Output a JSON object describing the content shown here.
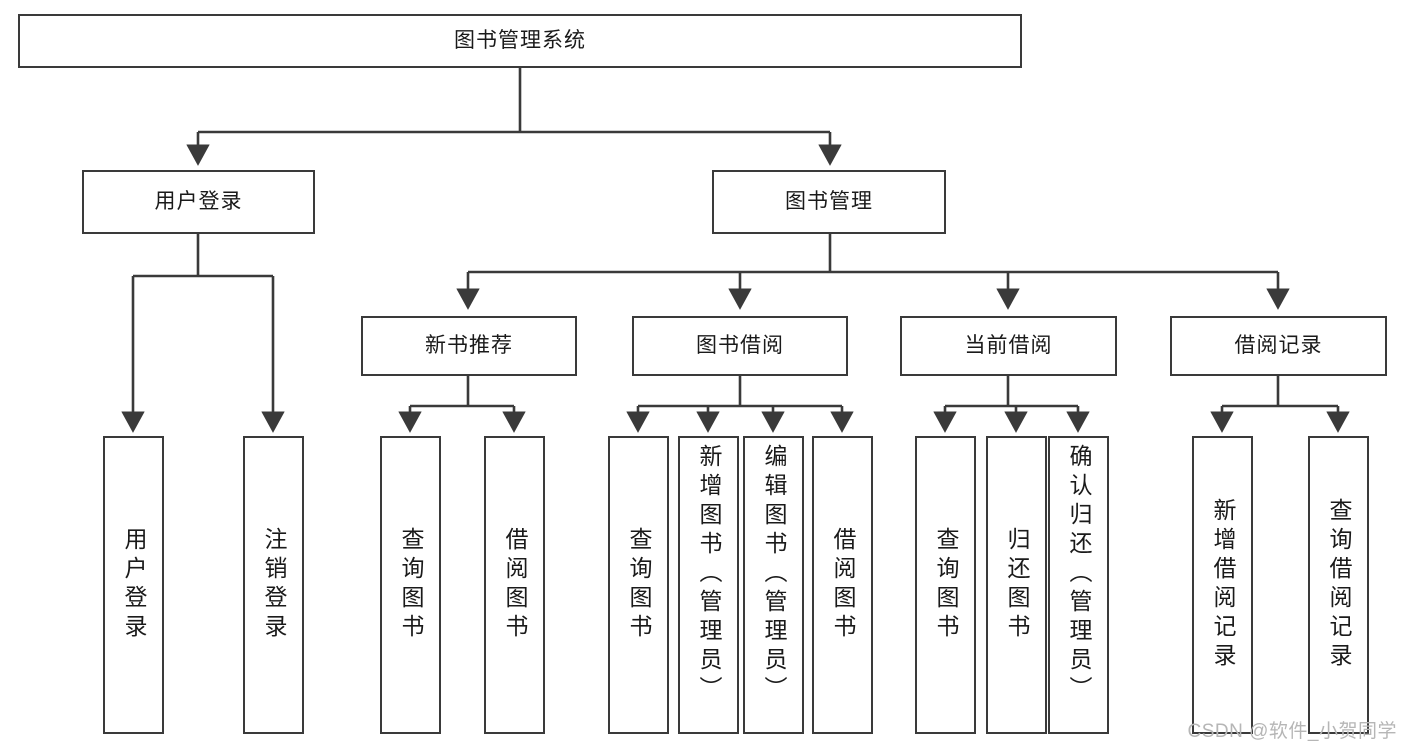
{
  "diagram": {
    "title": "图书管理系统",
    "type": "hierarchy-tree",
    "colors": {
      "box_border": "#3a3a3a",
      "box_fill": "#ffffff",
      "line": "#3a3a3a",
      "text": "#1a1a1a",
      "watermark": "#b6b6b6"
    },
    "root": {
      "label": "图书管理系统"
    },
    "level2": [
      {
        "label": "用户登录"
      },
      {
        "label": "图书管理"
      }
    ],
    "level3": [
      {
        "label": "新书推荐"
      },
      {
        "label": "图书借阅"
      },
      {
        "label": "当前借阅"
      },
      {
        "label": "借阅记录"
      }
    ],
    "leaves": {
      "user_login": [
        {
          "label": "用户登录"
        },
        {
          "label": "注销登录"
        }
      ],
      "new_book": [
        {
          "label": "查询图书"
        },
        {
          "label": "借阅图书"
        }
      ],
      "book_borrow": [
        {
          "label": "查询图书"
        },
        {
          "label": "新增图书（管理员）"
        },
        {
          "label": "编辑图书（管理员）"
        },
        {
          "label": "借阅图书"
        }
      ],
      "current_borrow": [
        {
          "label": "查询图书"
        },
        {
          "label": "归还图书"
        },
        {
          "label": "确认归还（管理员）"
        }
      ],
      "borrow_record": [
        {
          "label": "新增借阅记录"
        },
        {
          "label": "查询借阅记录"
        }
      ]
    }
  },
  "watermark": {
    "text": "CSDN @软件_小贺同学"
  }
}
